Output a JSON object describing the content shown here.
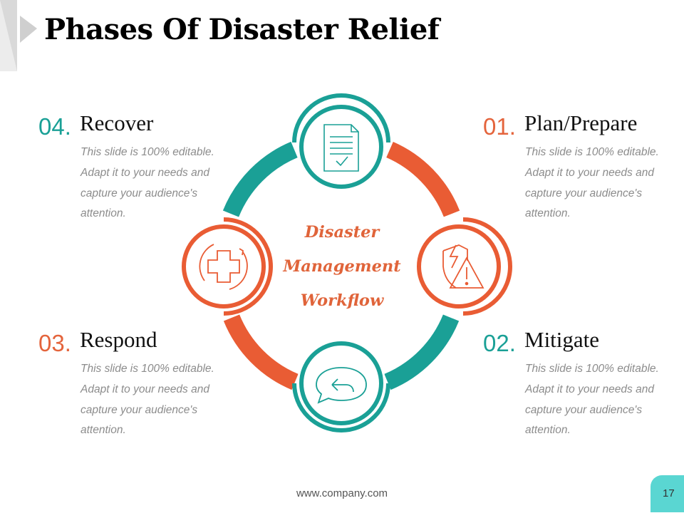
{
  "slide": {
    "title": "Phases Of Disaster Relief",
    "footer": "www.company.com",
    "page_number": "17"
  },
  "center": {
    "line1": "Disaster",
    "line2": "Management",
    "line3": "Workflow"
  },
  "colors": {
    "teal": "#1aa096",
    "orange": "#e95c34",
    "number_teal": "#1aa096",
    "number_orange": "#e4643c",
    "badge": "#5ad6d2"
  },
  "phases": [
    {
      "number": "01.",
      "name": "Plan/Prepare",
      "description": "This slide is 100% editable. Adapt it to your needs and capture your audience's attention.",
      "icon": "warning-shield-icon",
      "number_color": "#e4643c"
    },
    {
      "number": "02.",
      "name": "Mitigate",
      "description": "This slide is 100% editable. Adapt it to your needs and capture your audience's attention.",
      "icon": "chat-reply-icon",
      "number_color": "#1aa096"
    },
    {
      "number": "03.",
      "name": "Respond",
      "description": "This slide is 100% editable. Adapt it to your needs and capture your audience's attention.",
      "icon": "medical-cross-icon",
      "number_color": "#e4643c"
    },
    {
      "number": "04.",
      "name": "Recover",
      "description": "This slide is 100% editable. Adapt it to your needs and capture your audience's attention.",
      "icon": "document-check-icon",
      "number_color": "#1aa096"
    }
  ]
}
